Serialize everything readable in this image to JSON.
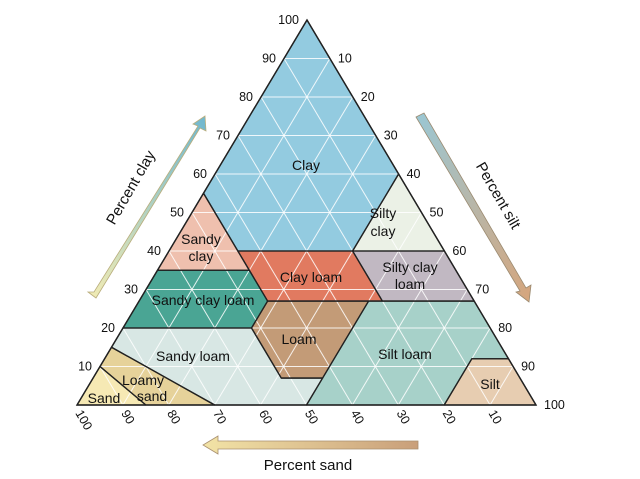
{
  "axes": {
    "clay": {
      "label": "Percent clay",
      "ticks": [
        10,
        20,
        30,
        40,
        50,
        60,
        70,
        80,
        90,
        100
      ]
    },
    "silt": {
      "label": "Percent silt",
      "ticks": [
        10,
        20,
        30,
        40,
        50,
        60,
        70,
        80,
        90,
        100
      ]
    },
    "sand": {
      "label": "Percent sand",
      "ticks": [
        100,
        90,
        80,
        70,
        60,
        50,
        40,
        30,
        20,
        10
      ]
    }
  },
  "regions": [
    {
      "name": "Clay",
      "color": "#93cbe0",
      "vertices": [
        [
          0,
          0,
          100
        ],
        [
          0,
          40,
          60
        ],
        [
          20,
          40,
          40
        ],
        [
          45,
          15,
          40
        ],
        [
          45,
          0,
          55
        ]
      ]
    },
    {
      "name": "Silty clay",
      "color": "#ebf1e6",
      "vertices": [
        [
          0,
          40,
          60
        ],
        [
          0,
          60,
          40
        ],
        [
          20,
          40,
          40
        ]
      ]
    },
    {
      "name": "Sandy clay",
      "color": "#efc0ae",
      "vertices": [
        [
          45,
          0,
          55
        ],
        [
          45,
          20,
          35
        ],
        [
          65,
          0,
          35
        ]
      ]
    },
    {
      "name": "Silty clay loam",
      "color": "#c1b8c2",
      "vertices": [
        [
          0,
          60,
          40
        ],
        [
          20,
          40,
          40
        ],
        [
          20,
          53,
          27
        ],
        [
          0,
          73,
          27
        ]
      ]
    },
    {
      "name": "Clay loam",
      "color": "#e17a60",
      "vertices": [
        [
          20,
          40,
          40
        ],
        [
          45,
          15,
          40
        ],
        [
          45,
          28,
          27
        ],
        [
          20,
          53,
          27
        ]
      ]
    },
    {
      "name": "Sandy clay loam",
      "color": "#4aa594",
      "vertices": [
        [
          65,
          0,
          35
        ],
        [
          45,
          20,
          35
        ],
        [
          45,
          28,
          27
        ],
        [
          52,
          28,
          20
        ],
        [
          80,
          0,
          20
        ]
      ]
    },
    {
      "name": "Loam",
      "color": "#c39b77",
      "vertices": [
        [
          45,
          28,
          27
        ],
        [
          23,
          50,
          27
        ],
        [
          43,
          50,
          7
        ],
        [
          52,
          41,
          7
        ],
        [
          52,
          28,
          20
        ]
      ]
    },
    {
      "name": "Silt loam",
      "color": "#a7d1c9",
      "vertices": [
        [
          23,
          50,
          27
        ],
        [
          0,
          73,
          27
        ],
        [
          0,
          88,
          12
        ],
        [
          8,
          80,
          12
        ],
        [
          20,
          80,
          0
        ],
        [
          50,
          50,
          0
        ]
      ]
    },
    {
      "name": "Silt",
      "color": "#e7cdb1",
      "vertices": [
        [
          0,
          88,
          12
        ],
        [
          0,
          100,
          0
        ],
        [
          20,
          80,
          0
        ],
        [
          8,
          80,
          12
        ]
      ]
    },
    {
      "name": "Sandy loam",
      "color": "#d8e7e4",
      "vertices": [
        [
          85,
          0,
          15
        ],
        [
          80,
          0,
          20
        ],
        [
          52,
          28,
          20
        ],
        [
          52,
          41,
          7
        ],
        [
          43,
          50,
          7
        ],
        [
          50,
          50,
          0
        ],
        [
          70,
          30,
          0
        ]
      ]
    },
    {
      "name": "Loamy sand",
      "color": "#e6d29a",
      "vertices": [
        [
          90,
          0,
          10
        ],
        [
          85,
          0,
          15
        ],
        [
          70,
          30,
          0
        ],
        [
          85,
          15,
          0
        ]
      ]
    },
    {
      "name": "Sand",
      "color": "#f6e9b4",
      "vertices": [
        [
          100,
          0,
          0
        ],
        [
          90,
          0,
          10
        ],
        [
          85,
          15,
          0
        ]
      ]
    }
  ]
}
